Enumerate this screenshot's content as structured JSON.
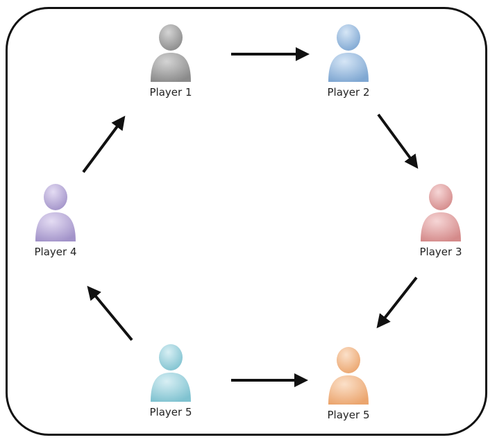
{
  "players": [
    {
      "label": "Player 1",
      "color": "#8a8a8a",
      "light": "#d4d4d4"
    },
    {
      "label": "Player 2",
      "color": "#7fa7d2",
      "light": "#d6e6f6"
    },
    {
      "label": "Player 3",
      "color": "#d48a8a",
      "light": "#f6d6d6"
    },
    {
      "label": "Player 4",
      "color": "#a293c9",
      "light": "#e4dcf3"
    },
    {
      "label": "Player 5",
      "color": "#7fc2d0",
      "light": "#d8eff4"
    },
    {
      "label": "Player 5",
      "color": "#eba56e",
      "light": "#fbe0c9"
    }
  ],
  "arrows": [
    {
      "from": "Player 1",
      "to": "Player 2"
    },
    {
      "from": "Player 2",
      "to": "Player 3"
    },
    {
      "from": "Player 3",
      "to": "Player 5 (bottom right)"
    },
    {
      "from": "Player 5 (bottom left)",
      "to": "Player 5 (bottom right)"
    },
    {
      "from": "Player 5 (bottom left)",
      "to": "Player 4"
    },
    {
      "from": "Player 4",
      "to": "Player 1"
    }
  ],
  "icon": "user-icon"
}
